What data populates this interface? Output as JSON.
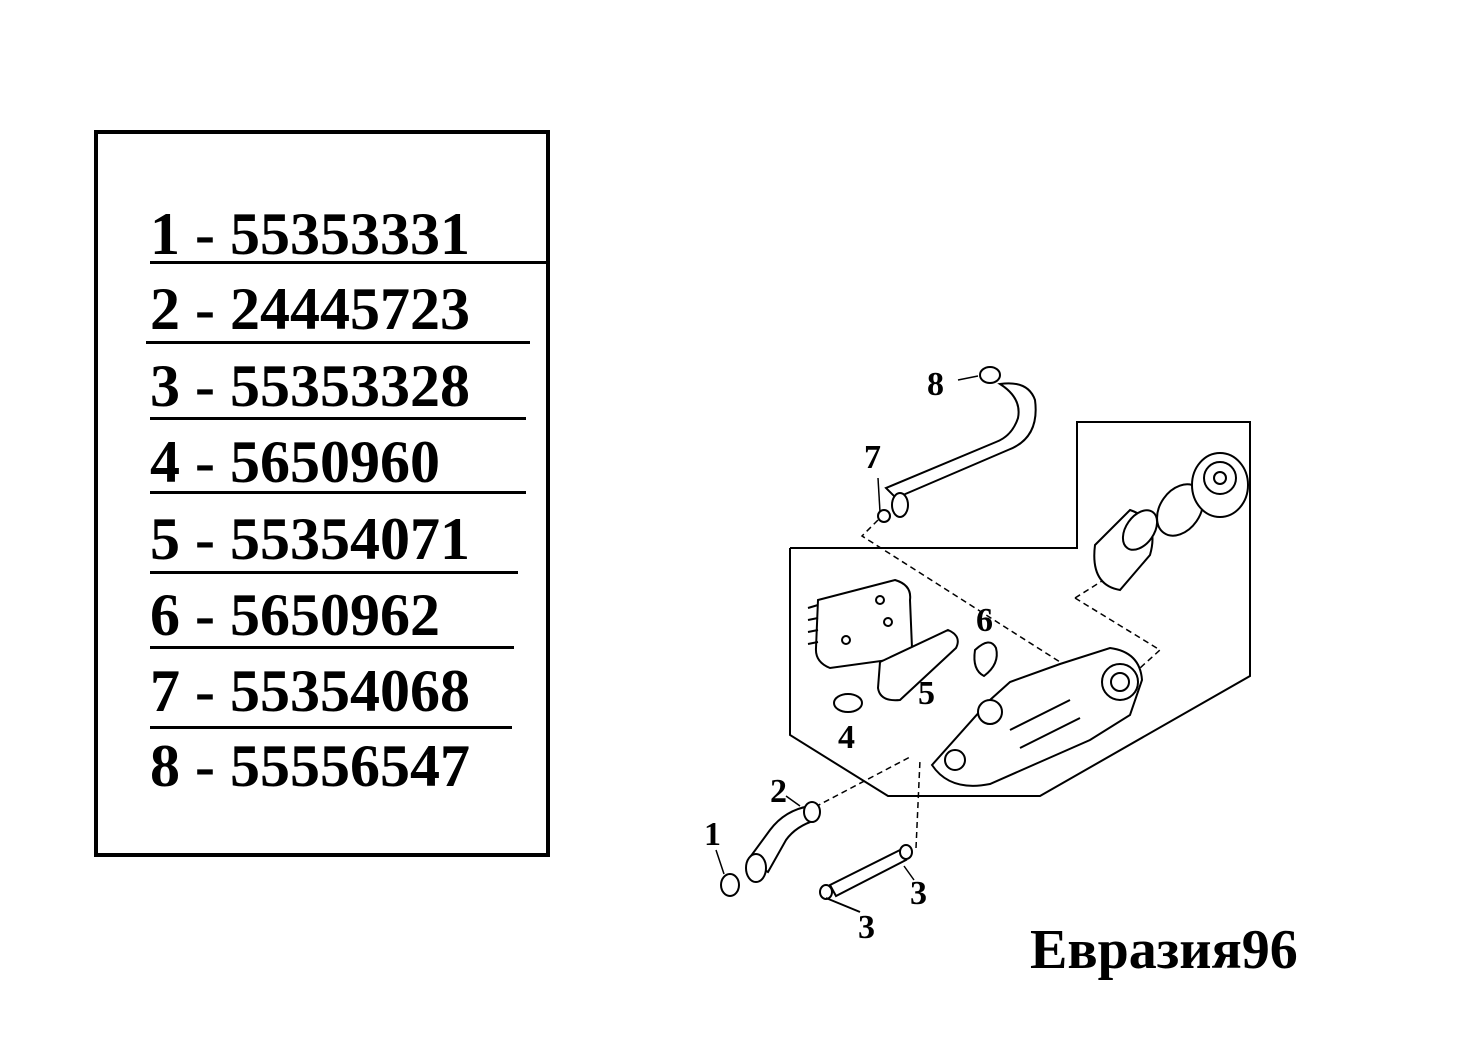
{
  "parts": [
    {
      "num": "1",
      "code": "55353331",
      "label": "1 - 55353331"
    },
    {
      "num": "2",
      "code": "24445723",
      "label": "2 - 24445723"
    },
    {
      "num": "3",
      "code": "55353328",
      "label": "3 - 55353328"
    },
    {
      "num": "4",
      "code": "5650960",
      "label": "4 - 5650960"
    },
    {
      "num": "5",
      "code": "55354071",
      "label": "5 - 55354071"
    },
    {
      "num": "6",
      "code": "5650962",
      "label": "6 - 5650962"
    },
    {
      "num": "7",
      "code": "55354068",
      "label": "7 - 55354068"
    },
    {
      "num": "8",
      "code": "55556547",
      "label": "8 - 55556547"
    }
  ],
  "callouts": [
    "1",
    "2",
    "3",
    "3",
    "4",
    "5",
    "6",
    "7",
    "8"
  ],
  "brand": "Евразия96"
}
